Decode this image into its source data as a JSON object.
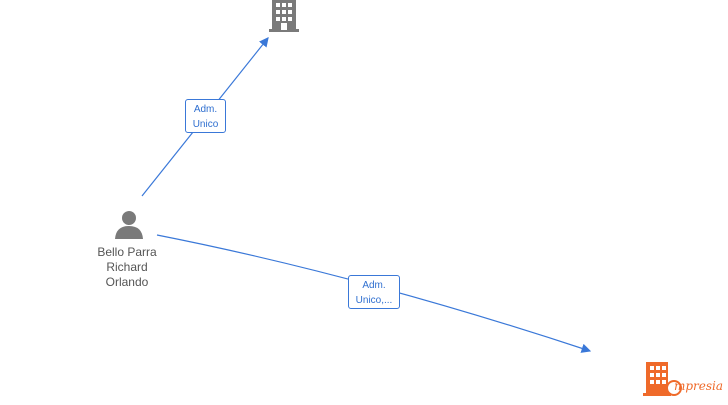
{
  "person": {
    "name_lines": [
      "Bello Parra",
      "Richard",
      "Orlando"
    ]
  },
  "relations": [
    {
      "label_lines": [
        "Adm.",
        "Unico"
      ]
    },
    {
      "label_lines": [
        "Adm.",
        "Unico,..."
      ]
    }
  ],
  "colors": {
    "edge": "#3a78d8",
    "icon_gray": "#7a7a7a",
    "brand_orange": "#ef6a2a"
  },
  "watermark": {
    "text": "mpresia",
    "icon": "building-icon"
  }
}
